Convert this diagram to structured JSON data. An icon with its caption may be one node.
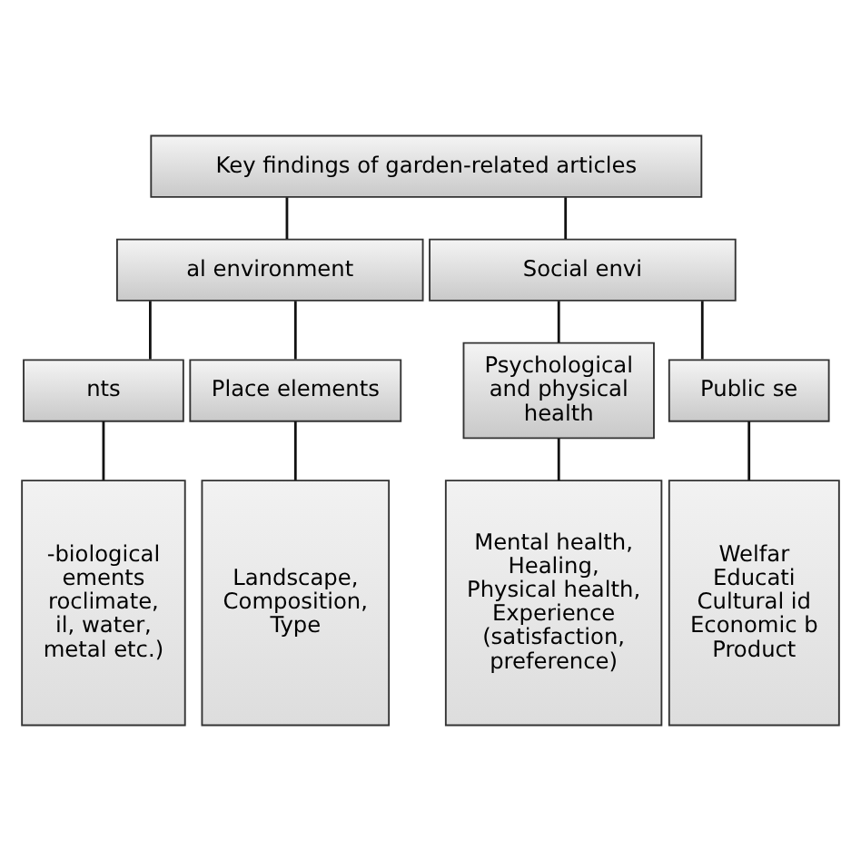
{
  "diagram": {
    "nodes": [
      {
        "text": [
          "Key findings of garden-related articles"
        ]
      },
      {
        "text": [
          "al environment"
        ]
      },
      {
        "text": [
          "Social envi"
        ]
      },
      {
        "text": [
          "nts"
        ]
      },
      {
        "text": [
          "Place elements"
        ]
      },
      {
        "text": [
          "Psychological and physical health"
        ]
      },
      {
        "text": [
          "Public se"
        ]
      },
      {
        "text": [
          "-biological ements roclimate, il, water, metal etc.)"
        ]
      },
      {
        "text": [
          "Landscape, Composition, Type"
        ]
      },
      {
        "text": [
          "Mental health, Healing, Physical health, Experience (satisfaction, preference)"
        ]
      },
      {
        "text": [
          "Welfar Educati Cultural id Economic b Product"
        ]
      }
    ],
    "edges": [
      {
        "from": 0,
        "to": 1,
        "arrow": "none"
      },
      {
        "from": 0,
        "to": 2,
        "arrow": "none"
      },
      {
        "from": 1,
        "to": 3,
        "arrow": "none"
      },
      {
        "from": 1,
        "to": 4,
        "arrow": "none"
      },
      {
        "from": 2,
        "to": 5,
        "arrow": "none"
      },
      {
        "from": 2,
        "to": 6,
        "arrow": "none"
      },
      {
        "from": 3,
        "to": 7,
        "arrow": "none"
      },
      {
        "from": 4,
        "to": 8,
        "arrow": "none"
      },
      {
        "from": 5,
        "to": 9,
        "arrow": "none"
      },
      {
        "from": 6,
        "to": 10,
        "arrow": "none"
      }
    ]
  }
}
